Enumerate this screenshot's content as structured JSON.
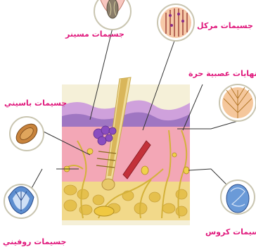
{
  "labels": {
    "meissner": "جسيمات مسينر",
    "merkel": "جسيمات مركل",
    "free_nerve": "نهايات عصبية حرة",
    "pacinian": "جسيمات باسيني",
    "ruffini": "جسيمات روفيني",
    "krause": "جسيمات كروس"
  },
  "colors": {
    "label": "#e0187c",
    "epidermis": "#b98bd0",
    "dermis": "#f3a7b6",
    "fat": "#e8d36a",
    "nerve": "#d4b13a",
    "muscle": "#c3313a",
    "leader": "#333333"
  }
}
